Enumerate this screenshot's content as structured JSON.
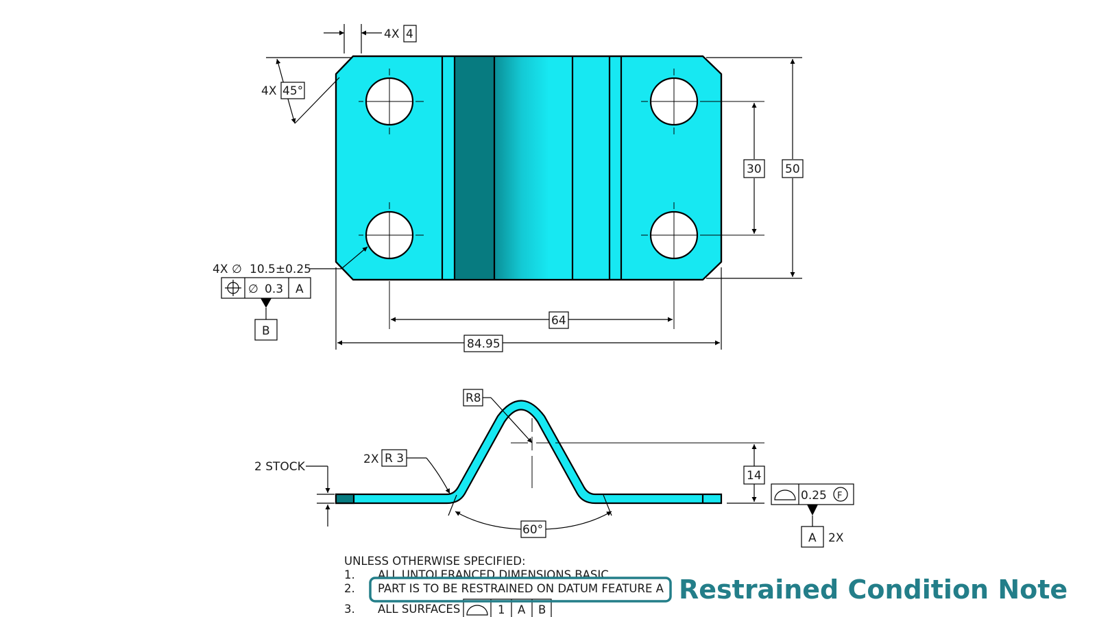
{
  "colors": {
    "part_cyan": "#17e8f2",
    "part_dark": "#077b80",
    "callout_teal": "#237e89",
    "line": "#000000"
  },
  "top_view": {
    "chamfer_count": "4X",
    "chamfer_size": "4",
    "chamfer_angle_count": "4X",
    "chamfer_angle": "45°",
    "hole_spacing_vertical": "30",
    "overall_height": "50",
    "hole_spacing_horizontal": "64",
    "overall_width": "84.95",
    "hole_callout_count": "4X",
    "hole_diameter_symbol": "∅",
    "hole_size": "10.5±0.25",
    "position_tolerance": "0.3",
    "position_diameter_symbol": "∅",
    "position_datum": "A",
    "datum_feature": "B"
  },
  "side_view": {
    "stock_label": "2 STOCK",
    "bend_radius_count": "2X",
    "bend_radius": "R 3",
    "top_radius": "R8",
    "angle": "60°",
    "height": "14",
    "profile_tolerance": "0.25",
    "profile_modifier": "F",
    "datum_feature": "A",
    "datum_count": "2X"
  },
  "notes": {
    "header": "UNLESS OTHERWISE SPECIFIED:",
    "items": [
      {
        "num": "1.",
        "text": "ALL UNTOLERANCED DIMENSIONS BASIC"
      },
      {
        "num": "2.",
        "text": "PART IS TO BE RESTRAINED ON DATUM FEATURE A"
      },
      {
        "num": "3.",
        "text": "ALL SURFACES"
      }
    ],
    "fcf_tolerance": "1",
    "fcf_datum_1": "A",
    "fcf_datum_2": "B"
  },
  "callout": {
    "label": "Restrained Condition Note"
  }
}
